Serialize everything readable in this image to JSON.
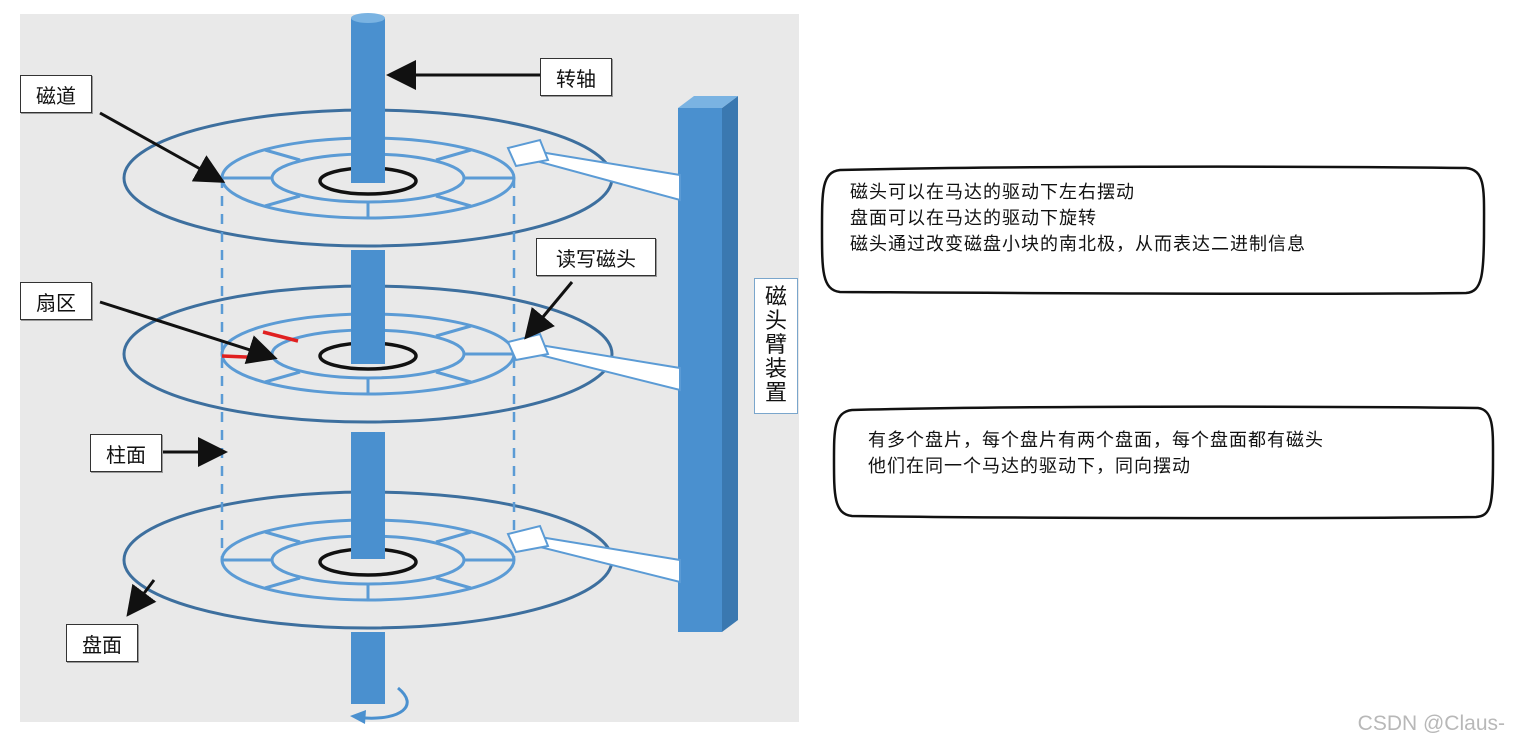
{
  "labels": {
    "track": "磁道",
    "spindle": "转轴",
    "sector": "扇区",
    "head": "读写磁头",
    "cylinder": "柱面",
    "platter": "盘面",
    "arm": [
      "磁",
      "头",
      "臂",
      "装",
      "置"
    ]
  },
  "notes": {
    "first": [
      "磁头可以在马达的驱动下左右摆动",
      "盘面可以在马达的驱动下旋转",
      "磁头通过改变磁盘小块的南北极，从而表达二进制信息"
    ],
    "second": [
      "有多个盘片，每个盘片有两个盘面，每个盘面都有磁头",
      "他们在同一个马达的驱动下，同向摆动"
    ]
  },
  "watermark": "CSDN @Claus-",
  "colors": {
    "disk": "#3d6f9e",
    "track": "#5b9bd5",
    "spindle": "#4a90cf",
    "sector": "#e02020"
  }
}
